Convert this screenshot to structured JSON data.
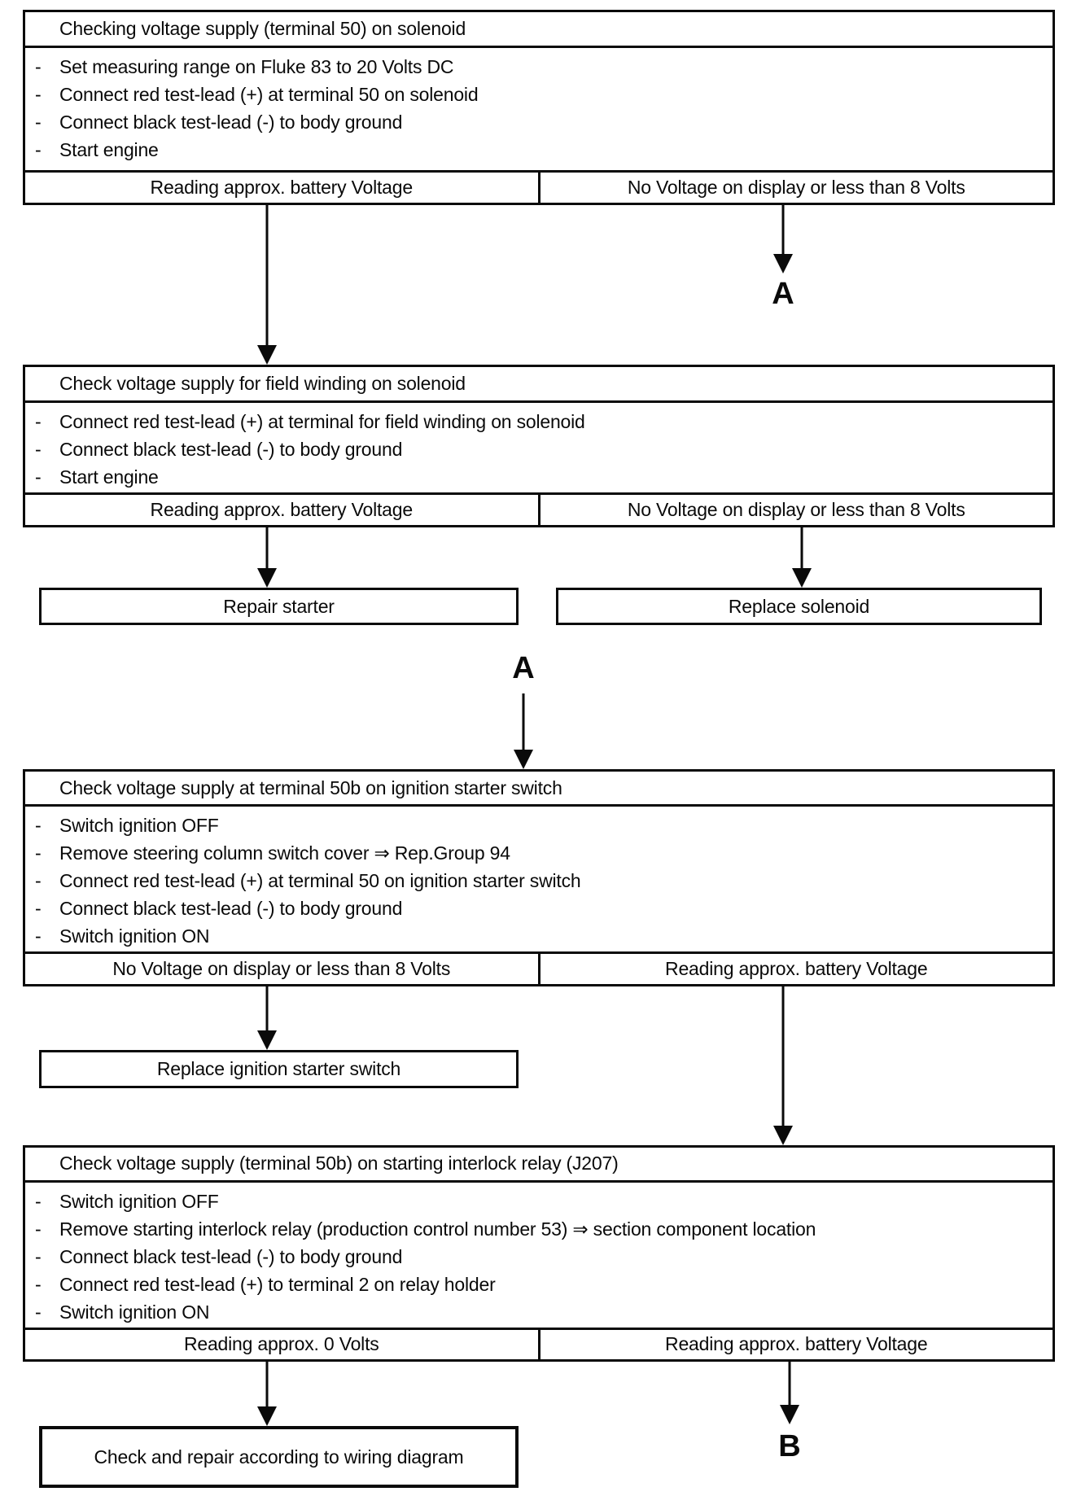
{
  "bullet": "-",
  "connector_a": "A",
  "connector_b": "B",
  "box1": {
    "title": "Checking voltage supply (terminal 50) on solenoid",
    "steps": [
      "Set measuring range on Fluke 83 to 20 Volts DC",
      "Connect red test-lead (+) at terminal 50 on solenoid",
      "Connect black test-lead (-) to body ground",
      "Start engine"
    ],
    "outcome_left": "Reading approx. battery Voltage",
    "outcome_right": "No Voltage on display or less than 8 Volts"
  },
  "box2": {
    "title": "Check voltage supply for field winding on solenoid",
    "steps": [
      "Connect red test-lead (+) at terminal for field winding on solenoid",
      "Connect black test-lead (-) to body ground",
      "Start engine"
    ],
    "outcome_left": "Reading approx. battery Voltage",
    "outcome_right": "No Voltage on display or less than 8 Volts",
    "result_left": "Repair starter",
    "result_right": "Replace solenoid"
  },
  "box3": {
    "title": "Check voltage supply at terminal 50b on ignition starter switch",
    "steps": [
      "Switch ignition OFF",
      "Remove steering column switch cover ⇒ Rep.Group 94",
      "Connect red test-lead (+) at terminal 50 on ignition starter switch",
      "Connect black test-lead (-) to body ground",
      "Switch ignition ON"
    ],
    "outcome_left": "No Voltage on display or less than 8 Volts",
    "outcome_right": "Reading approx. battery Voltage",
    "result_left": "Replace ignition starter switch"
  },
  "box4": {
    "title": "Check voltage supply (terminal 50b) on starting interlock relay (J207)",
    "steps": [
      "Switch ignition OFF",
      "Remove starting interlock relay (production control number 53) ⇒ section component location",
      "Connect black test-lead (-) to body ground",
      "Connect red test-lead (+) to terminal 2 on relay holder",
      "Switch ignition ON"
    ],
    "outcome_left": "Reading approx. 0 Volts",
    "outcome_right": "Reading approx. battery Voltage",
    "result_left": "Check and repair according to wiring diagram"
  }
}
